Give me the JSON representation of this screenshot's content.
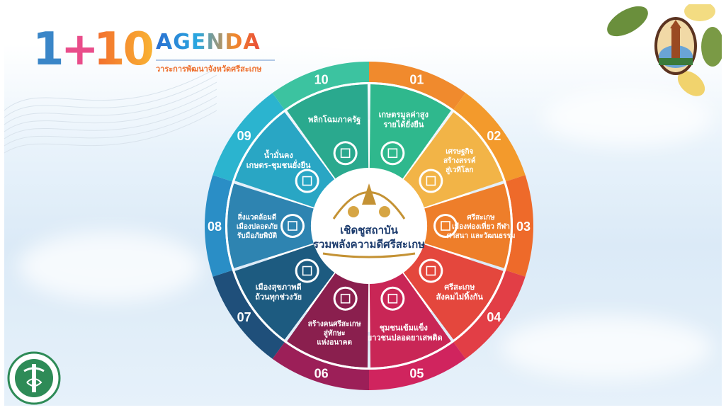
{
  "header": {
    "logo_number_1": "1",
    "logo_plus": "+",
    "logo_number_10": "10",
    "agenda_title": "AGENDA",
    "agenda_subtitle": "วาระการพัฒนาจังหวัดศรีสะเกษ"
  },
  "center": {
    "line1": "เชิดชูสถาบัน",
    "line2": "รวมพลังความดีศรีสะเกษ"
  },
  "segments": [
    {
      "number": "01",
      "label_lines": [
        "เกษตรมูลค่าสูง",
        "รายได้ยั่งยืน"
      ],
      "color": "#2fb88d",
      "outer_color": "#f08a2d"
    },
    {
      "number": "02",
      "label_lines": [
        "เศรษฐกิจ",
        "สร้างสรรค์",
        "สู่เวทีโลก"
      ],
      "color": "#f2b447",
      "outer_color": "#f39a2c"
    },
    {
      "number": "03",
      "label_lines": [
        "ศรีสะเกษ",
        "เมืองท่องเที่ยว กีฬา",
        "ศาสนา และวัฒนธรรม"
      ],
      "color": "#ee7e2a",
      "outer_color": "#ee6a2a"
    },
    {
      "number": "04",
      "label_lines": [
        "ศรีสะเกษ",
        "สังคมไม่ทิ้งกัน"
      ],
      "color": "#e4473d",
      "outer_color": "#e23e46"
    },
    {
      "number": "05",
      "label_lines": [
        "ชุมชนเข้มแข็ง",
        "เยาวชนปลอดยาเสพติด"
      ],
      "color": "#c92656",
      "outer_color": "#d0245e"
    },
    {
      "number": "06",
      "label_lines": [
        "สร้างคนศรีสะเกษ",
        "สู่ทักษะ",
        "แห่งอนาคต"
      ],
      "color": "#8a1f4e",
      "outer_color": "#9c1f58"
    },
    {
      "number": "07",
      "label_lines": [
        "เมืองสุขภาพดี",
        "ถ้วนทุกช่วงวัย"
      ],
      "color": "#1d5b80",
      "outer_color": "#1f4f7a"
    },
    {
      "number": "08",
      "label_lines": [
        "สิ่งแวดล้อมดี",
        "เมืองปลอดภัย",
        "รับมือภัยพิบัติ"
      ],
      "color": "#2e84b1",
      "outer_color": "#2a8ec6"
    },
    {
      "number": "09",
      "label_lines": [
        "น้ำมั่นคง",
        "เกษตร-ชุมชนยั่งยืน"
      ],
      "color": "#29a6c4",
      "outer_color": "#2bb4cf"
    },
    {
      "number": "10",
      "label_lines": [
        "พลิกโฉมภาครัฐ"
      ],
      "color": "#2aa98e",
      "outer_color": "#3cc3a0"
    }
  ],
  "icons": [
    "growth-chart-icon",
    "creative-people-icon",
    "tourism-icon",
    "community-people-icon",
    "hands-heart-icon",
    "head-brain-icon",
    "health-people-icon",
    "environment-icon",
    "water-dam-icon",
    "government-building-icon"
  ],
  "colors": {
    "accent_orange": "#f26b2d",
    "accent_blue": "#2a6fd1",
    "center_gold": "#b8862a"
  }
}
